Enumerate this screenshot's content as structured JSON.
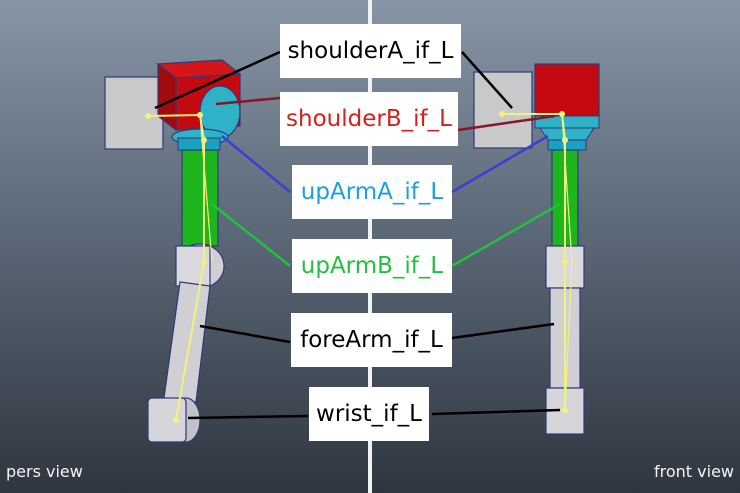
{
  "views": {
    "left_label": "pers view",
    "right_label": "front view"
  },
  "callouts": [
    {
      "id": "shoulderA",
      "text": "shoulderA_if_L",
      "color": "#000000",
      "line_color": "#000000"
    },
    {
      "id": "shoulderB",
      "text": "shoulderB_if_L",
      "color": "#d42020",
      "line_color": "#8a1528"
    },
    {
      "id": "upArmA",
      "text": "upArmA_if_L",
      "color": "#1aa0e0",
      "line_color": "#3a3fd8"
    },
    {
      "id": "upArmB",
      "text": "upArmB_if_L",
      "color": "#22c040",
      "line_color": "#22c040"
    },
    {
      "id": "foreArm",
      "text": "foreArm_if_L",
      "color": "#000000",
      "line_color": "#000000"
    },
    {
      "id": "wrist",
      "text": "wrist_if_L",
      "color": "#000000",
      "line_color": "#000000"
    }
  ],
  "colors": {
    "shoulder_block": "#c40a10",
    "shoulder_shadow": "#7a0608",
    "socket_cyan": "#2fb2c8",
    "upper_arm_green": "#1fb51f",
    "limb_gray": "#cfcfd4",
    "side_block": "#c9c9cc",
    "joint_yellow": "#f2f27a",
    "wire": "#303a78"
  }
}
